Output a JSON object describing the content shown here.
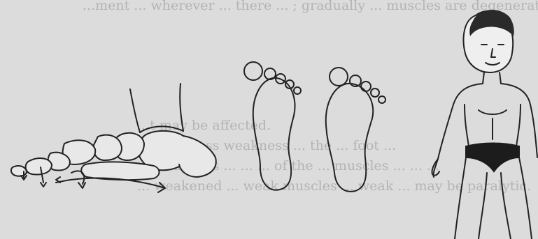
{
  "background_text": {
    "lines_top": [
      "...ment ... wherever ... there ... ; gradually ... muscles are degenerated. Such a flat ... Type X has also called paralytic failure as the cause in Such childhood ... In neglected cases of patients ... due to weaken... weakened ... and ... towards deformity develops."
    ],
    "lines_mid": [
      "...t may be affected.",
      "... weakness weakness ... the ... foot ..."
    ],
    "lines_bottom": [
      "... weakness ... ... ... of the ... muscles ... ... ...",
      "... weakened ... weak muscles ... weak ... may be paralytic."
    ]
  },
  "figures": [
    {
      "name": "foot-skeleton-lateral-view"
    },
    {
      "name": "footprint-left"
    },
    {
      "name": "footprint-right"
    },
    {
      "name": "child-figure"
    }
  ]
}
